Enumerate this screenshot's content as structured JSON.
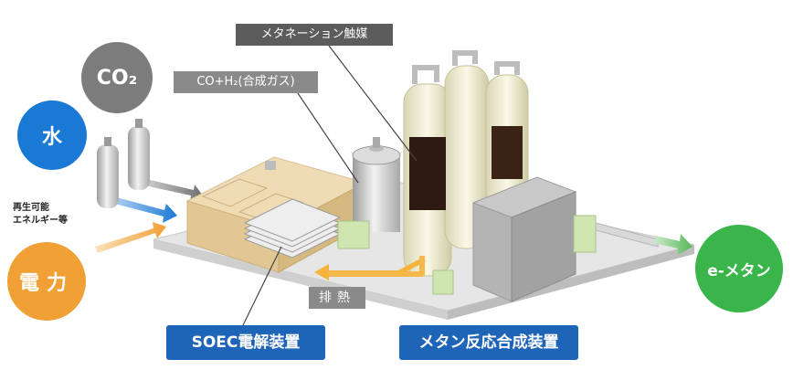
{
  "inputs": {
    "co2": "CO₂",
    "water": "水",
    "renewable_line1": "再生可能",
    "renewable_line2": "エネルギー等",
    "power": "電力"
  },
  "callouts": {
    "catalyst": "メタネーション触媒",
    "syngas": "CO+H₂(合成ガス)",
    "exhaust_heat": "排熱"
  },
  "equipment_labels": {
    "soec": "SOEC電解装置",
    "methanation": "メタン反応合成装置"
  },
  "output": {
    "product": "e-メタン"
  },
  "colors": {
    "co2": "#7c7c7c",
    "water": "#1a79d4",
    "power": "#f0a035",
    "product": "#3ab54a",
    "label_blue": "#1e64b7",
    "callout_dark": "#5c5c5c",
    "callout_gray": "#8a8a8a"
  }
}
